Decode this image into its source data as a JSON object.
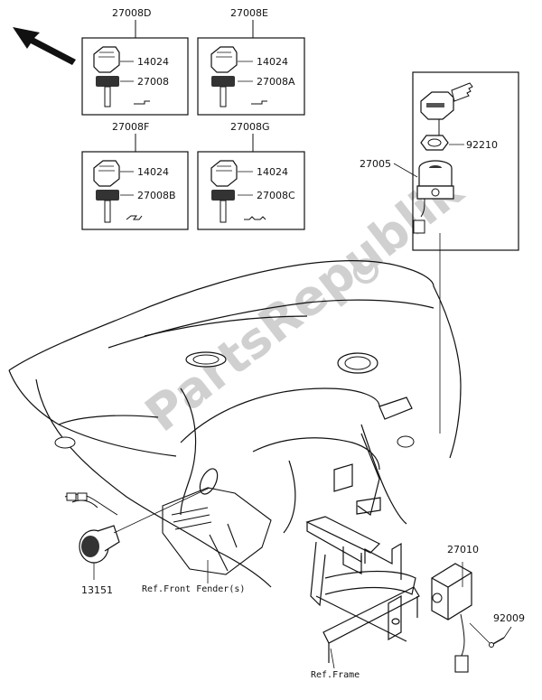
{
  "colors": {
    "line": "#1a1a1a",
    "watermark": "#d0d0d0",
    "background": "#ffffff"
  },
  "watermark": "PartsRepublik",
  "key_sets": [
    {
      "set_code": "27008D",
      "cap_part": "14024",
      "key_part": "27008"
    },
    {
      "set_code": "27008E",
      "cap_part": "14024",
      "key_part": "27008A"
    },
    {
      "set_code": "27008F",
      "cap_part": "14024",
      "key_part": "27008B"
    },
    {
      "set_code": "27008G",
      "cap_part": "14024",
      "key_part": "27008C"
    }
  ],
  "callouts": {
    "ignition_switch": "27005",
    "nut": "92210",
    "relay": "27010",
    "bolt": "92009",
    "pilot_lamp": "13151",
    "ref_front_fender": "Ref.Front Fender(s)",
    "ref_frame": "Ref.Frame"
  },
  "icons": {
    "direction": "arrow-up-left-icon",
    "gear": "gear-icon"
  }
}
